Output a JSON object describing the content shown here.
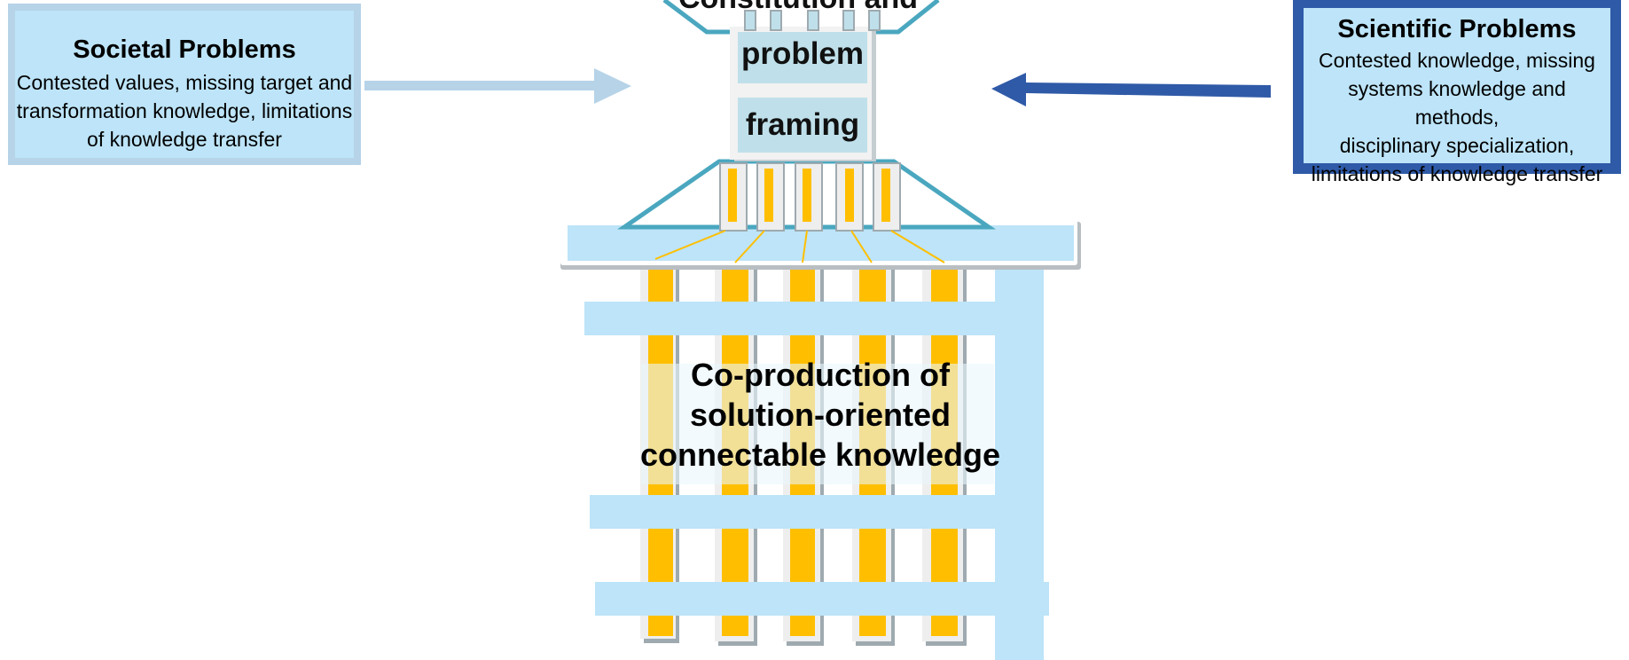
{
  "societal": {
    "title": "Societal Problems",
    "lines": [
      "Contested values, missing target and",
      "transformation knowledge, limitations",
      "of knowledge transfer"
    ]
  },
  "scientific": {
    "title": "Scientific Problems",
    "lines": [
      "Contested knowledge, missing",
      "systems knowledge and methods,",
      "disciplinary specialization,",
      "limitations of knowledge transfer"
    ]
  },
  "framing": {
    "top_text": "Constitution and",
    "line2": "problem",
    "line3": "framing"
  },
  "coproduction": {
    "lines": [
      "Co-production of",
      "solution-oriented",
      "connectable knowledge"
    ]
  },
  "colors": {
    "light_blue": "#bde4f8",
    "dark_blue": "#2f5aa7",
    "gold": "#ffbf00",
    "teal": "#4aa7bf",
    "arrow_light": "#b6d3e8"
  }
}
